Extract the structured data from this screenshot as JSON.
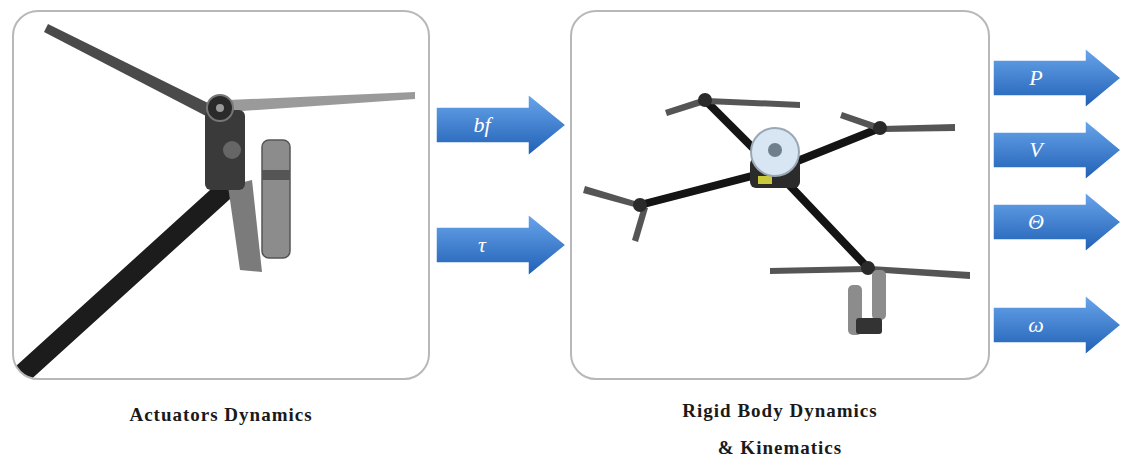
{
  "diagram": {
    "nodes": [
      {
        "text": [
          "Actuators Dynamics"
        ]
      },
      {
        "text": [
          "Rigid Body Dynamics & Kinematics"
        ]
      }
    ],
    "edges": [
      {
        "from": 0,
        "to": 1,
        "arrow": "to",
        "label": "bf"
      },
      {
        "from": 0,
        "to": 1,
        "arrow": "to",
        "label": "τ"
      }
    ],
    "labels": [
      "P",
      "V",
      "Θ",
      "ω"
    ]
  }
}
